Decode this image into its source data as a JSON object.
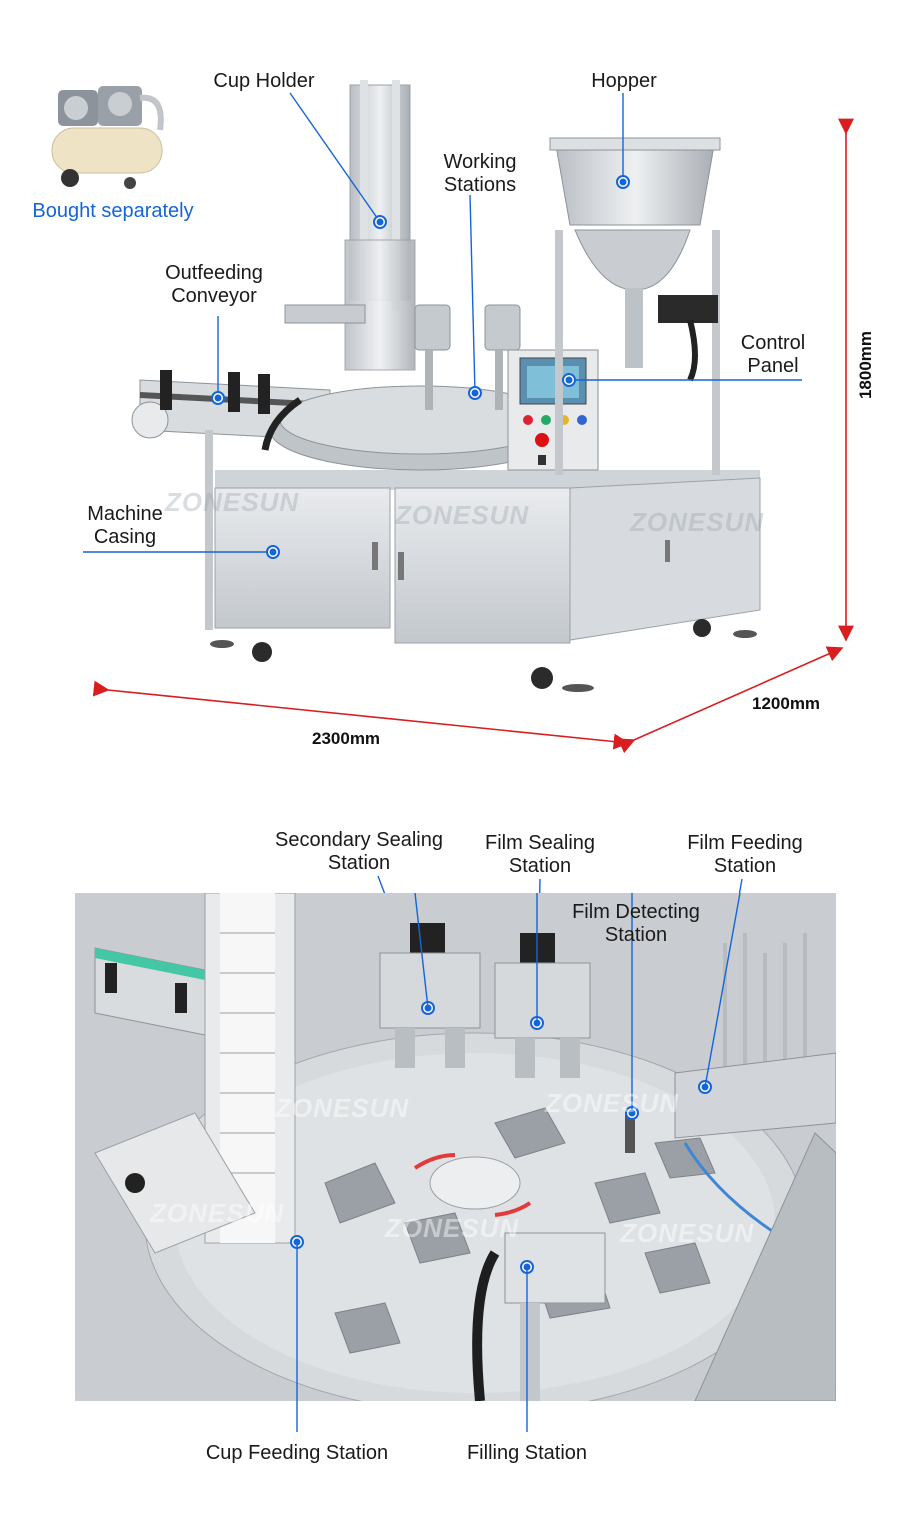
{
  "top": {
    "labels": {
      "cup_holder": "Cup Holder",
      "hopper": "Hopper",
      "working_stations": [
        "Working",
        "Stations"
      ],
      "bought_separately": "Bought separately",
      "outfeeding_conveyor": [
        "Outfeeding",
        "Conveyor"
      ],
      "control_panel": [
        "Control",
        "Panel"
      ],
      "machine_casing": [
        "Machine",
        "Casing"
      ]
    },
    "dimensions": {
      "height": "1800mm",
      "depth": "1200mm",
      "width": "2300mm"
    },
    "watermark": "ZONESUN"
  },
  "bottom": {
    "labels": {
      "secondary_sealing": [
        "Secondary Sealing",
        "Station"
      ],
      "film_sealing": [
        "Film Sealing",
        "Station"
      ],
      "film_feeding": [
        "Film Feeding",
        "Station"
      ],
      "film_detecting": [
        "Film Detecting",
        "Station"
      ],
      "cup_feeding": "Cup Feeding Station",
      "filling": "Filling Station"
    },
    "watermark": "ZONESUN"
  },
  "colors": {
    "callout": "#1565d8",
    "dimension": "#d81e1e"
  }
}
